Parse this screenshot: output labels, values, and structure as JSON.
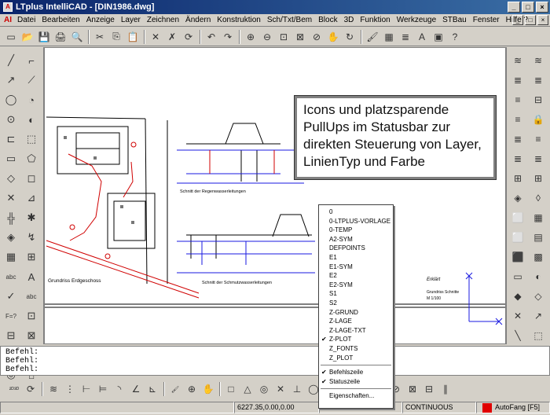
{
  "window": {
    "title": "LTplus IntelliCAD - [DIN1986.dwg]",
    "app_badge": "A",
    "buttons": [
      "_",
      "□",
      "×"
    ]
  },
  "menubar": {
    "sys_icon": "AI",
    "items": [
      "Datei",
      "Bearbeiten",
      "Anzeige",
      "Layer",
      "Zeichnen",
      "Ändern",
      "Konstruktion",
      "Sch/Txt/Bem",
      "Block",
      "3D",
      "Funktion",
      "Werkzeuge",
      "STBau",
      "Fenster",
      "Hilfe ?"
    ],
    "right_buttons": [
      "_",
      "□",
      "×"
    ]
  },
  "toolbar_top": {
    "icons": [
      "new-icon",
      "open-icon",
      "save-icon",
      "print-icon",
      "print-preview-icon",
      "cut-icon",
      "copy-icon",
      "paste-icon",
      "delete-icon",
      "trim-icon",
      "redraw-icon",
      "undo-icon",
      "redo-icon",
      "zoom-in-icon",
      "zoom-out-icon",
      "zoom-window-icon",
      "zoom-extents-icon",
      "zoom-previous-icon",
      "pan-icon",
      "regen-icon",
      "paint-icon",
      "properties-icon",
      "layer-icon",
      "text-style-icon",
      "block-icon",
      "help-icon"
    ],
    "glyphs": [
      "▭",
      "📂",
      "💾",
      "🖨",
      "🔍",
      "✂",
      "⎘",
      "📋",
      "✕",
      "✗",
      "⟳",
      "↶",
      "↷",
      "⊕",
      "⊖",
      "⊡",
      "⊠",
      "⊘",
      "✋",
      "↻",
      "🖌",
      "▦",
      "≣",
      "A",
      "▣",
      "?"
    ]
  },
  "toolbar_left": {
    "glyphs": [
      "╱",
      "⌐",
      "↗",
      "⟋",
      "◯",
      "◔",
      "⊙",
      "◐",
      "⊏",
      "⬚",
      "▭",
      "⬠",
      "◇",
      "◻",
      "✕",
      "⊿",
      "╬",
      "✱",
      "◈",
      "↯",
      "▦",
      "⊞",
      "abc",
      "A",
      "✓",
      "abc",
      "F=?",
      "⊡",
      "⊟",
      "⊠",
      "▤",
      "⊹",
      "◎",
      "⌂"
    ]
  },
  "toolbar_right": {
    "glyphs": [
      "≋",
      "≋",
      "≣",
      "≣",
      "≡",
      "⊟",
      "≡",
      "🔒",
      "≣",
      "≡",
      "≣",
      "≣",
      "⊞",
      "⊞",
      "◈",
      "◊",
      "⬜",
      "▦",
      "⬜",
      "▤",
      "⬛",
      "▩",
      "▭",
      "◐",
      "◆",
      "◇",
      "✕",
      "↗",
      "╲",
      "⬚"
    ]
  },
  "drawing": {
    "labels": {
      "ground_floor": "Grundriss Erdgeschoss",
      "section_rain": "Schnitt der Regenwasserleitungen",
      "section_waste": "Schnitt der Schmutzwasserleitungen",
      "legend": "Erklärt",
      "scale": "M 1/100",
      "legend_row": "Grundriss Schnitte"
    }
  },
  "callout": {
    "text": "Icons und platzsparende PullUps im Statusbar zur direkten Steuerung von Layer, LinienTyp und Farbe"
  },
  "layer_menu": {
    "items": [
      {
        "label": "0",
        "checked": false
      },
      {
        "label": "0-LTPLUS-VORLAGE",
        "checked": false
      },
      {
        "label": "0-TEMP",
        "checked": false
      },
      {
        "label": "A2-SYM",
        "checked": false
      },
      {
        "label": "DEFPOINTS",
        "checked": false
      },
      {
        "label": "E1",
        "checked": false
      },
      {
        "label": "E1-SYM",
        "checked": false
      },
      {
        "label": "E2",
        "checked": false
      },
      {
        "label": "E2-SYM",
        "checked": false
      },
      {
        "label": "S1",
        "checked": false
      },
      {
        "label": "S2",
        "checked": false
      },
      {
        "label": "Z-GRUND",
        "checked": false
      },
      {
        "label": "Z-LAGE",
        "checked": false
      },
      {
        "label": "Z-LAGE-TXT",
        "checked": false
      },
      {
        "label": "Z-PLOT",
        "checked": true
      },
      {
        "label": "Z_FONTS",
        "checked": false
      },
      {
        "label": "Z_PLOT",
        "checked": false
      }
    ],
    "options": [
      {
        "label": "Befehlszeile",
        "checked": true
      },
      {
        "label": "Statuszeile",
        "checked": true
      }
    ],
    "properties": "Eigenschaften..."
  },
  "command": {
    "lines": [
      "Befehl:",
      "Befehl:",
      "Befehl:"
    ]
  },
  "toolbar_bottom": {
    "icons": [
      "3d-view-icon",
      "3d-orbit-icon",
      "line-weight-icon",
      "polyline-icon",
      "dim-linear-icon",
      "dim-aligned-icon",
      "dim-radius-icon",
      "dim-angle-icon",
      "dim-ordinate-icon",
      "paint-icon",
      "zoom-realtime-icon",
      "pan-realtime-icon",
      "osnap-end-icon",
      "osnap-mid-icon",
      "osnap-cen-icon",
      "osnap-int-icon",
      "osnap-perp-icon",
      "osnap-tan-icon",
      "osnap-near-icon",
      "osnap-quad-icon",
      "osnap-ins-icon",
      "osnap-node-icon",
      "osnap-none-icon",
      "osnap-app-icon",
      "osnap-ext-icon",
      "osnap-par-icon"
    ],
    "glyphs": [
      "²ᴰ³ᴰ",
      "⟳",
      "≋",
      "⋮",
      "⊢",
      "⊨",
      "◝",
      "∠",
      "⊾",
      "🖌",
      "⊕",
      "✋",
      "□",
      "△",
      "◎",
      "✕",
      "⊥",
      "◯",
      "⋄",
      "◇",
      "⊡",
      "⊙",
      "⊘",
      "⊠",
      "⊟",
      "∥"
    ]
  },
  "statusbar": {
    "coords": "6227.35,0.00,0.00",
    "layer": "Z-PLOT",
    "linetype": "CONTINUOUS",
    "snap_label": "AutoFang [F5]",
    "snap_color": "#e00000"
  }
}
